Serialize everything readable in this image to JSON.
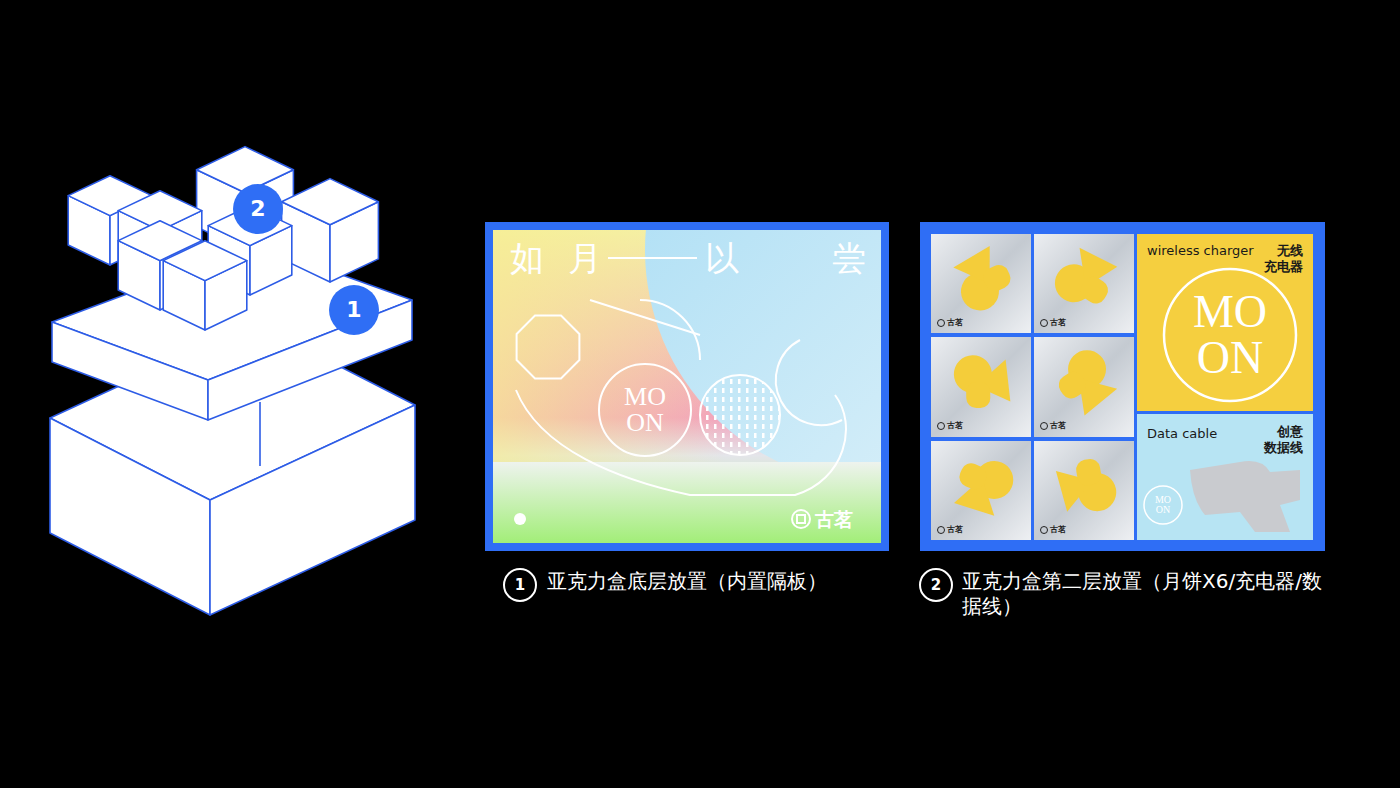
{
  "diagram": {
    "nodes": [
      {
        "text": [
          "2"
        ]
      },
      {
        "text": [
          "1"
        ]
      },
      {
        "text": [
          "如",
          "月",
          "以",
          "尝",
          "MOON",
          "古茗"
        ]
      },
      {
        "text": [
          "古茗"
        ]
      },
      {
        "text": [
          "古茗"
        ]
      },
      {
        "text": [
          "古茗"
        ]
      },
      {
        "text": [
          "古茗"
        ]
      },
      {
        "text": [
          "古茗"
        ]
      },
      {
        "text": [
          "古茗"
        ]
      },
      {
        "text": [
          "wireless charger",
          "无线 充电器",
          "MOON"
        ]
      },
      {
        "text": [
          "Data cable",
          "创意 数据线",
          "MOON"
        ]
      },
      {
        "text": [
          "1"
        ]
      },
      {
        "text": [
          "2"
        ]
      }
    ],
    "labels": [
      "亚克力盒底层放置（内置隔板）",
      "亚克力盒第二层放置（月饼X6/充电器/数据线）"
    ]
  }
}
